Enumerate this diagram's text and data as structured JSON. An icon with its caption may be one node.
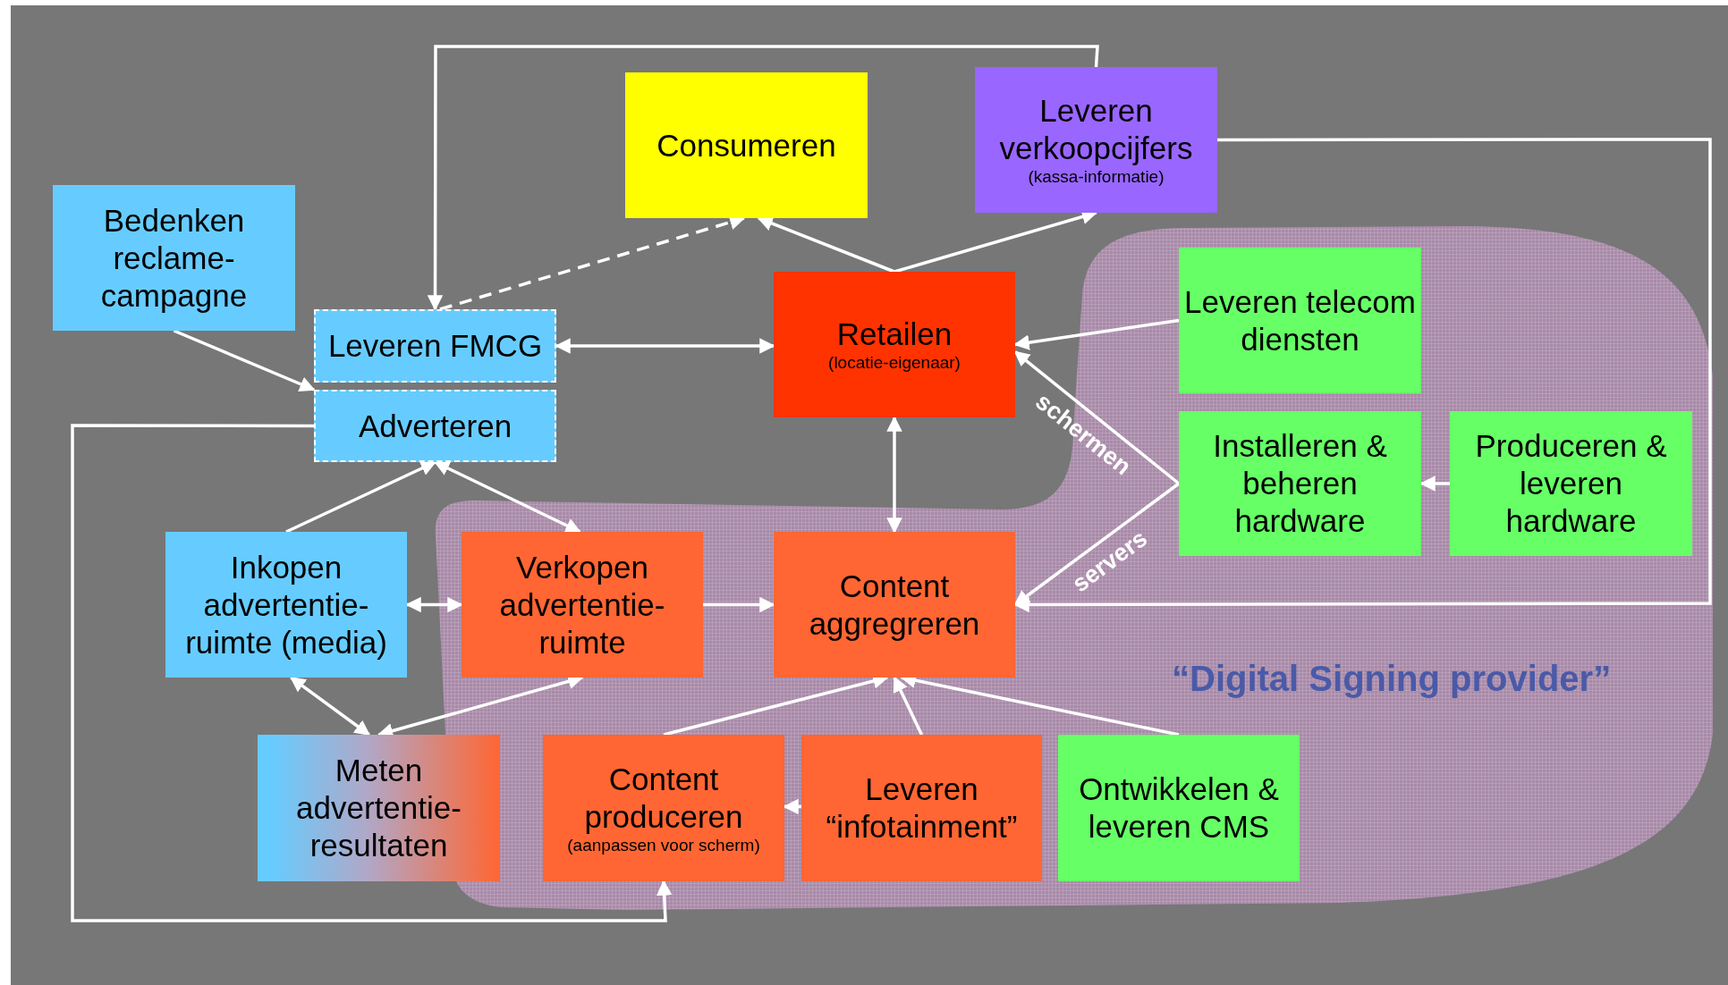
{
  "diagram": {
    "nodes": [
      {
        "text": [
          "“Digital Signing provider”"
        ]
      },
      {
        "text": [
          "Consumeren"
        ]
      },
      {
        "text": [
          "Leveren verkoopcijfers",
          "(kassa-informatie)"
        ]
      },
      {
        "text": [
          "Bedenken reclame-campagne"
        ]
      },
      {
        "text": [
          "Leveren FMCG"
        ]
      },
      {
        "text": [
          "Adverteren"
        ]
      },
      {
        "text": [
          "Retailen",
          "(locatie-eigenaar)"
        ]
      },
      {
        "text": [
          "Leveren telecom diensten"
        ],
        "in": 0
      },
      {
        "text": [
          "Installeren & beheren hardware"
        ],
        "in": 0
      },
      {
        "text": [
          "Produceren & leveren hardware"
        ],
        "in": 0
      },
      {
        "text": [
          "Inkopen advertentie-ruimte (media)"
        ]
      },
      {
        "text": [
          "Verkopen advertentie-ruimte"
        ],
        "in": 0
      },
      {
        "text": [
          "Content aggregreren"
        ],
        "in": 0
      },
      {
        "text": [
          "Meten advertentie-resultaten"
        ]
      },
      {
        "text": [
          "Content produceren",
          "(aanpassen voor scherm)"
        ],
        "in": 0
      },
      {
        "text": [
          "Leveren “infotainment”"
        ],
        "in": 0
      },
      {
        "text": [
          "Ontwikkelen & leveren CMS"
        ],
        "in": 0
      }
    ],
    "edges": [
      {
        "from": 3,
        "to": 5,
        "arrow": "to"
      },
      {
        "from": 4,
        "to": 6,
        "arrow": "both"
      },
      {
        "from": 4,
        "to": 1,
        "arrow": "to",
        "style": "dashed"
      },
      {
        "from": 2,
        "to": 4,
        "arrow": "to"
      },
      {
        "from": 6,
        "to": 1,
        "arrow": "to"
      },
      {
        "from": 6,
        "to": 2,
        "arrow": "to"
      },
      {
        "from": 7,
        "to": 6,
        "arrow": "to"
      },
      {
        "from": 8,
        "to": 6,
        "arrow": "to",
        "label": "schermen"
      },
      {
        "from": 8,
        "to": 12,
        "arrow": "to",
        "label": "servers"
      },
      {
        "from": 9,
        "to": 8,
        "arrow": "to"
      },
      {
        "from": 6,
        "to": 12,
        "arrow": "both"
      },
      {
        "from": 2,
        "to": 12,
        "arrow": "to"
      },
      {
        "from": 10,
        "to": 5,
        "arrow": "to"
      },
      {
        "from": 5,
        "to": 11,
        "arrow": "both"
      },
      {
        "from": 10,
        "to": 11,
        "arrow": "both"
      },
      {
        "from": 11,
        "to": 12,
        "arrow": "to"
      },
      {
        "from": 10,
        "to": 13,
        "arrow": "both"
      },
      {
        "from": 11,
        "to": 13,
        "arrow": "both"
      },
      {
        "from": 14,
        "to": 12,
        "arrow": "to"
      },
      {
        "from": 15,
        "to": 12,
        "arrow": "to"
      },
      {
        "from": 16,
        "to": 12,
        "arrow": "to"
      },
      {
        "from": 15,
        "to": 14,
        "arrow": "to"
      },
      {
        "from": 5,
        "to": 14,
        "arrow": "to"
      }
    ]
  }
}
